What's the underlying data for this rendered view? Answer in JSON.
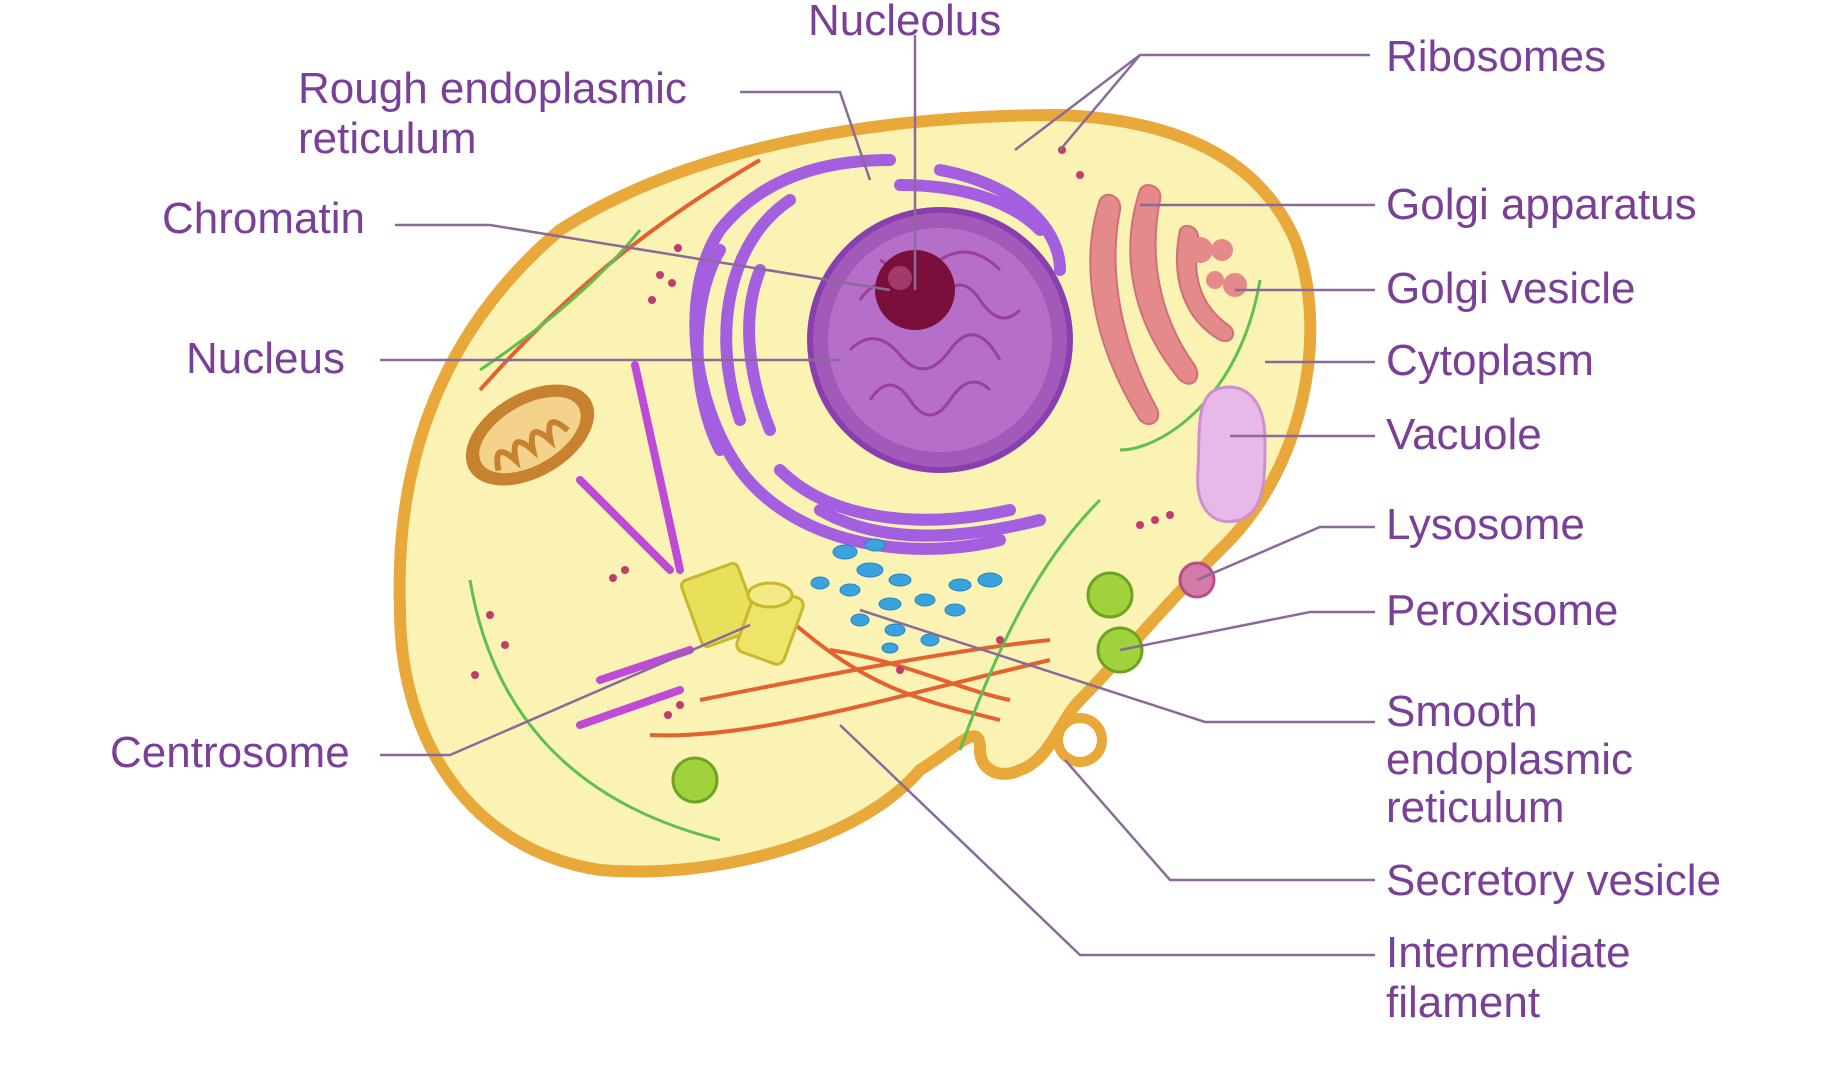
{
  "labels": {
    "nucleolus": "Nucleolus",
    "rough_er": "Rough endoplasmic\nreticulum",
    "chromatin": "Chromatin",
    "nucleus": "Nucleus",
    "centrosome": "Centrosome",
    "ribosomes": "Ribosomes",
    "golgi_apparatus": "Golgi apparatus",
    "golgi_vesicle": "Golgi vesicle",
    "cytoplasm": "Cytoplasm",
    "vacuole": "Vacuole",
    "lysosome": "Lysosome",
    "peroxisome": "Peroxisome",
    "smooth_er": "Smooth\nendoplasmic\nreticulum",
    "secretory_vesicle": "Secretory vesicle",
    "intermediate_filament": "Intermediate\nfilament"
  },
  "colors": {
    "label_text": "#7a3f97",
    "leader_line": "#8a6a98",
    "membrane": "#e8a83a",
    "cytoplasm": "#fbf3b4",
    "nucleus": "#a25aba",
    "nucleolus": "#7a0f3c",
    "rough_er": "#a45fe0",
    "golgi": "#e58a8a",
    "vacuole": "#e8b8e8",
    "smooth_er": "#3aa3de",
    "mitochondrion": "#c7822f",
    "peroxisome": "#9fd23b",
    "microfilament": "#e4622f",
    "microtubule": "#5fbf4f",
    "centrosome": "#e8df5a"
  }
}
